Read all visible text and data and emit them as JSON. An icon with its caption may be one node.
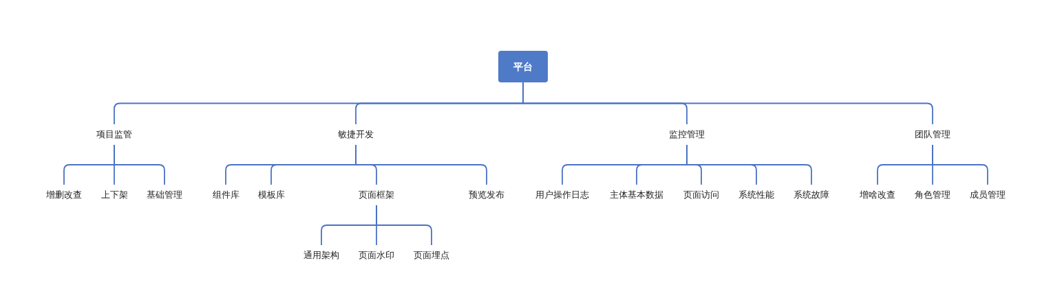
{
  "diagram": {
    "nodes": [
      {
        "text": [
          "平台"
        ]
      },
      {
        "text": [
          "项目监管"
        ]
      },
      {
        "text": [
          "增删改查"
        ]
      },
      {
        "text": [
          "上下架"
        ]
      },
      {
        "text": [
          "基础管理"
        ]
      },
      {
        "text": [
          "敏捷开发"
        ]
      },
      {
        "text": [
          "组件库"
        ]
      },
      {
        "text": [
          "模板库"
        ]
      },
      {
        "text": [
          "页面框架"
        ]
      },
      {
        "text": [
          "通用架构"
        ]
      },
      {
        "text": [
          "页面水印"
        ]
      },
      {
        "text": [
          "页面埋点"
        ]
      },
      {
        "text": [
          "预览发布"
        ]
      },
      {
        "text": [
          "监控管理"
        ]
      },
      {
        "text": [
          "用户操作日志"
        ]
      },
      {
        "text": [
          "主体基本数据"
        ]
      },
      {
        "text": [
          "页面访问"
        ]
      },
      {
        "text": [
          "系统性能"
        ]
      },
      {
        "text": [
          "系统故障"
        ]
      },
      {
        "text": [
          "团队管理"
        ]
      },
      {
        "text": [
          "增啥改查"
        ]
      },
      {
        "text": [
          "角色管理"
        ]
      },
      {
        "text": [
          "成员管理"
        ]
      }
    ],
    "edges": [
      {
        "from": 0,
        "to": 1,
        "arrow": "none"
      },
      {
        "from": 0,
        "to": 5,
        "arrow": "none"
      },
      {
        "from": 0,
        "to": 13,
        "arrow": "none"
      },
      {
        "from": 0,
        "to": 19,
        "arrow": "none"
      },
      {
        "from": 1,
        "to": 2,
        "arrow": "none"
      },
      {
        "from": 1,
        "to": 3,
        "arrow": "none"
      },
      {
        "from": 1,
        "to": 4,
        "arrow": "none"
      },
      {
        "from": 5,
        "to": 6,
        "arrow": "none"
      },
      {
        "from": 5,
        "to": 7,
        "arrow": "none"
      },
      {
        "from": 5,
        "to": 8,
        "arrow": "none"
      },
      {
        "from": 5,
        "to": 12,
        "arrow": "none"
      },
      {
        "from": 8,
        "to": 9,
        "arrow": "none"
      },
      {
        "from": 8,
        "to": 10,
        "arrow": "none"
      },
      {
        "from": 8,
        "to": 11,
        "arrow": "none"
      },
      {
        "from": 13,
        "to": 14,
        "arrow": "none"
      },
      {
        "from": 13,
        "to": 15,
        "arrow": "none"
      },
      {
        "from": 13,
        "to": 16,
        "arrow": "none"
      },
      {
        "from": 13,
        "to": 17,
        "arrow": "none"
      },
      {
        "from": 13,
        "to": 18,
        "arrow": "none"
      },
      {
        "from": 19,
        "to": 20,
        "arrow": "none"
      },
      {
        "from": 19,
        "to": 21,
        "arrow": "none"
      },
      {
        "from": 19,
        "to": 22,
        "arrow": "none"
      }
    ]
  }
}
